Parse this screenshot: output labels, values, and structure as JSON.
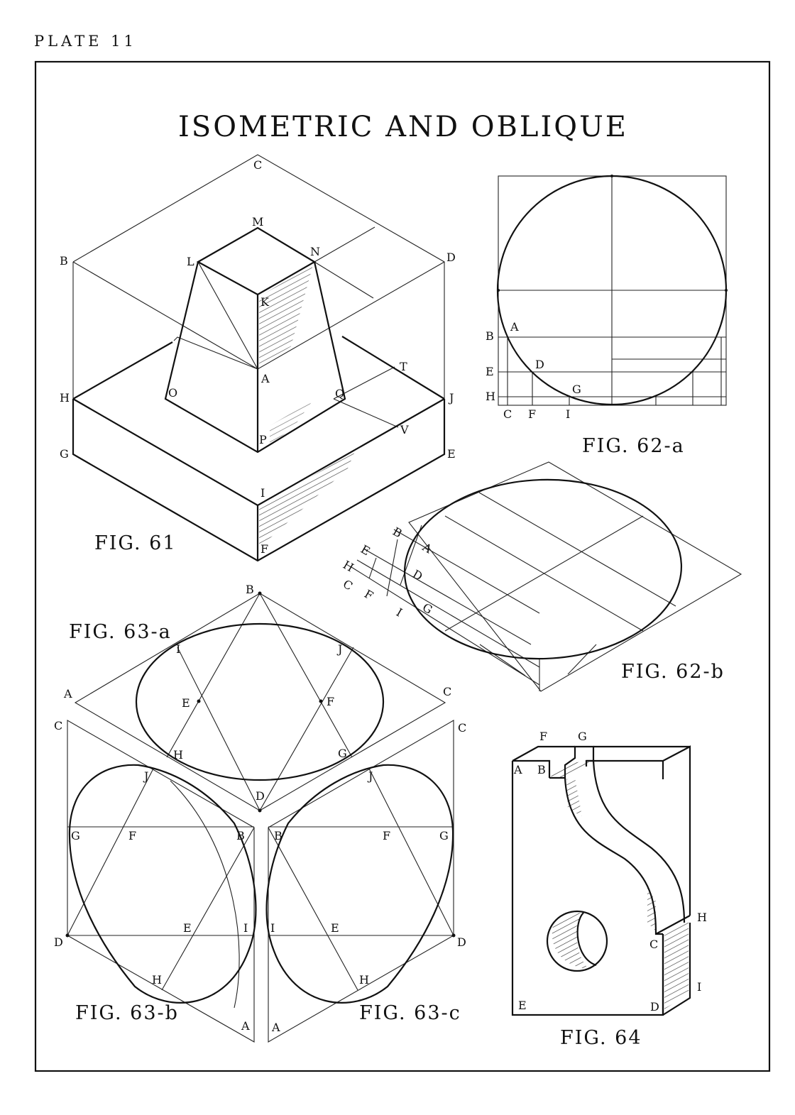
{
  "plate_label": "PLATE 11",
  "title": "ISOMETRIC AND OBLIQUE",
  "figures": {
    "fig61": {
      "caption": "FIG. 61",
      "labels": {
        "A": "A",
        "B": "B",
        "C": "C",
        "D": "D",
        "E": "E",
        "F": "F",
        "G": "G",
        "H": "H",
        "I": "I",
        "J": "J",
        "K": "K",
        "L": "L",
        "M": "M",
        "N": "N",
        "O": "O",
        "P": "P",
        "Q": "Q",
        "T": "T",
        "V": "V"
      }
    },
    "fig62a": {
      "caption": "FIG. 62-a",
      "labels": {
        "A": "A",
        "B": "B",
        "C": "C",
        "D": "D",
        "E": "E",
        "F": "F",
        "G": "G",
        "H": "H",
        "I": "I"
      }
    },
    "fig62b": {
      "caption": "FIG. 62-b",
      "labels": {
        "A": "A",
        "B": "B",
        "C": "C",
        "D": "D",
        "E": "E",
        "F": "F",
        "G": "G",
        "H": "H",
        "I": "I"
      }
    },
    "fig63a": {
      "caption": "FIG. 63-a",
      "labels": {
        "A": "A",
        "B": "B",
        "C": "C",
        "D": "D",
        "E": "E",
        "F": "F",
        "G": "G",
        "H": "H",
        "I": "I",
        "J": "J"
      }
    },
    "fig63b": {
      "caption": "FIG. 63-b",
      "labels": {
        "A": "A",
        "B": "B",
        "C": "C",
        "D": "D",
        "E": "E",
        "F": "F",
        "G": "G",
        "H": "H",
        "I": "I",
        "J": "J"
      }
    },
    "fig63c": {
      "caption": "FIG. 63-c",
      "labels": {
        "A": "A",
        "B": "B",
        "C": "C",
        "D": "D",
        "E": "E",
        "F": "F",
        "G": "G",
        "H": "H",
        "I": "I",
        "J": "J"
      }
    },
    "fig64": {
      "caption": "FIG. 64",
      "labels": {
        "A": "A",
        "B": "B",
        "C": "C",
        "D": "D",
        "E": "E",
        "F": "F",
        "G": "G",
        "H": "H",
        "I": "I"
      }
    }
  }
}
